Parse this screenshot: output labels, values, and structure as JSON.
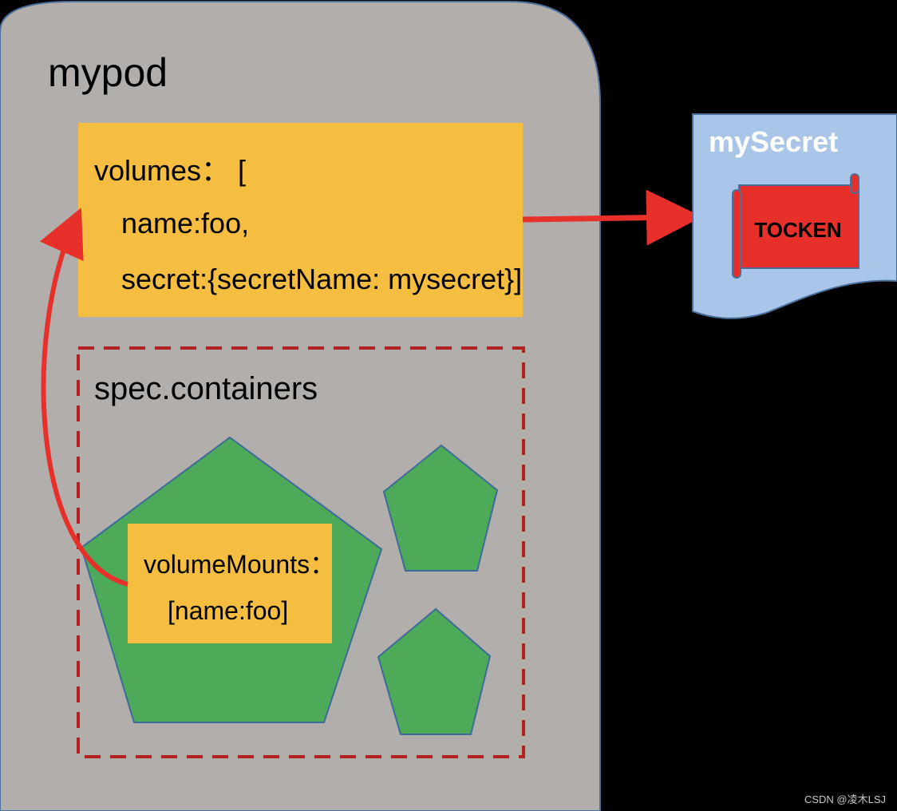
{
  "pod": {
    "title": "mypod",
    "volumes_lines": [
      "volumes：  [",
      "name:foo,",
      "secret:{secretName: mysecret}]"
    ],
    "containers_title": "spec.containers",
    "volume_mounts_lines": [
      "volumeMounts：",
      "[name:foo]"
    ]
  },
  "secret": {
    "title": "mySecret",
    "token_label": "TOCKEN"
  },
  "watermark": "CSDN @凌木LSJ",
  "colors": {
    "background": "#000000",
    "pod_fill": "#b1aeab",
    "pod_stroke": "#4a6f9c",
    "yellow_box": "#f5be40",
    "dashed_border": "#b22222",
    "container_green": "#4caa58",
    "container_stroke": "#3d6a9a",
    "secret_fill": "#a9c6e8",
    "token_red": "#e8302a",
    "arrow_red": "#e8302a"
  }
}
